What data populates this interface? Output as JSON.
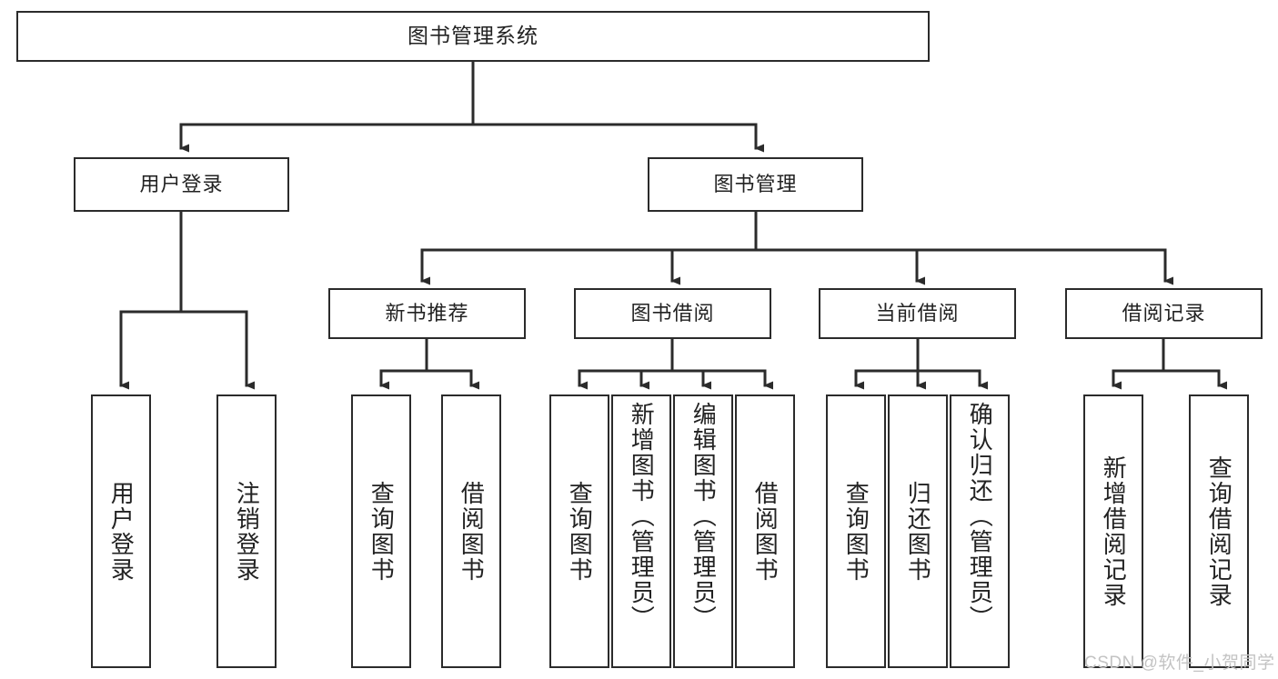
{
  "diagram": {
    "type": "tree-hierarchy-chart",
    "title": "图书管理系统",
    "root": {
      "id": "root",
      "label": "图书管理系统"
    },
    "level2": [
      {
        "id": "user-login",
        "label": "用户登录"
      },
      {
        "id": "book-manage",
        "label": "图书管理"
      }
    ],
    "level3": [
      {
        "id": "new-book-recommend",
        "label": "新书推荐",
        "parent": "book-manage"
      },
      {
        "id": "book-borrow",
        "label": "图书借阅",
        "parent": "book-manage"
      },
      {
        "id": "current-borrow",
        "label": "当前借阅",
        "parent": "book-manage"
      },
      {
        "id": "borrow-record",
        "label": "借阅记录",
        "parent": "book-manage"
      }
    ],
    "leaves": [
      {
        "id": "leaf-user-login",
        "label": "用户登录",
        "parent": "user-login"
      },
      {
        "id": "leaf-logout",
        "label": "注销登录",
        "parent": "user-login"
      },
      {
        "id": "leaf-query-book-1",
        "label": "查询图书",
        "parent": "new-book-recommend"
      },
      {
        "id": "leaf-borrow-book-1",
        "label": "借阅图书",
        "parent": "new-book-recommend"
      },
      {
        "id": "leaf-query-book-2",
        "label": "查询图书",
        "parent": "book-borrow"
      },
      {
        "id": "leaf-add-book",
        "label": "新增图书（管理员）",
        "parent": "book-borrow"
      },
      {
        "id": "leaf-edit-book",
        "label": "编辑图书（管理员）",
        "parent": "book-borrow"
      },
      {
        "id": "leaf-borrow-book-2",
        "label": "借阅图书",
        "parent": "book-borrow"
      },
      {
        "id": "leaf-query-book-3",
        "label": "查询图书",
        "parent": "current-borrow"
      },
      {
        "id": "leaf-return-book",
        "label": "归还图书",
        "parent": "current-borrow"
      },
      {
        "id": "leaf-confirm-return",
        "label": "确认归还（管理员）",
        "parent": "current-borrow"
      },
      {
        "id": "leaf-add-record",
        "label": "新增借阅记录",
        "parent": "borrow-record"
      },
      {
        "id": "leaf-query-record",
        "label": "查询借阅记录",
        "parent": "borrow-record"
      }
    ]
  },
  "watermark": {
    "text": "CSDN @软件_小贺同学"
  },
  "colors": {
    "box_border": "#2b2b2b",
    "box_fill": "#ffffff",
    "connector": "#2b2b2b",
    "text": "#222222",
    "watermark": "#c3c3c3",
    "background": "#ffffff"
  }
}
